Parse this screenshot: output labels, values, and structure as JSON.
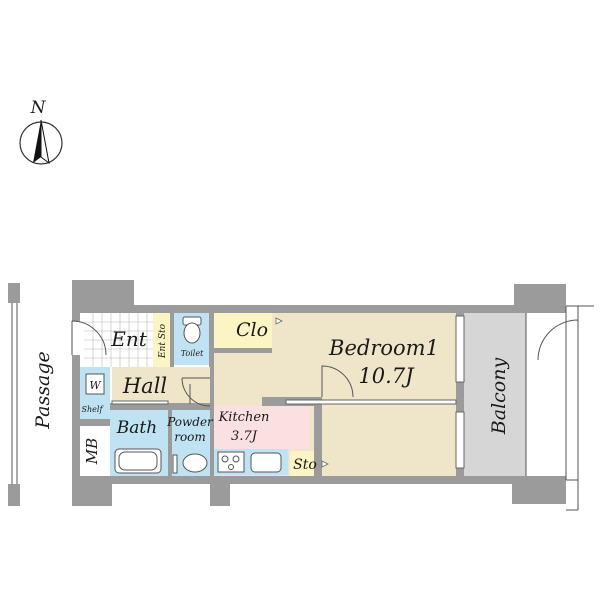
{
  "compass": {
    "label": "N"
  },
  "rooms": {
    "passage": "Passage",
    "ent": "Ent",
    "ent_sto": "Ent Sto",
    "toilet": "Toilet",
    "clo": "Clo",
    "bedroom": "Bedroom1",
    "bedroom_size": "10.7J",
    "balcony": "Balcony",
    "w": "W",
    "shelf": "Shelf",
    "hall": "Hall",
    "mb": "MB",
    "bath": "Bath",
    "powder_line1": "Powder",
    "powder_line2": "room",
    "kitchen": "Kitchen",
    "kitchen_size": "3.7J",
    "sto": "Sto"
  },
  "colors": {
    "wall": "#9b9b9b",
    "bedroom": "#efe5c8",
    "balcony": "#d6d6d6",
    "kitchen": "#fbe0e2",
    "wet_area": "#bfe3f2",
    "storage": "#fbf4c4"
  }
}
